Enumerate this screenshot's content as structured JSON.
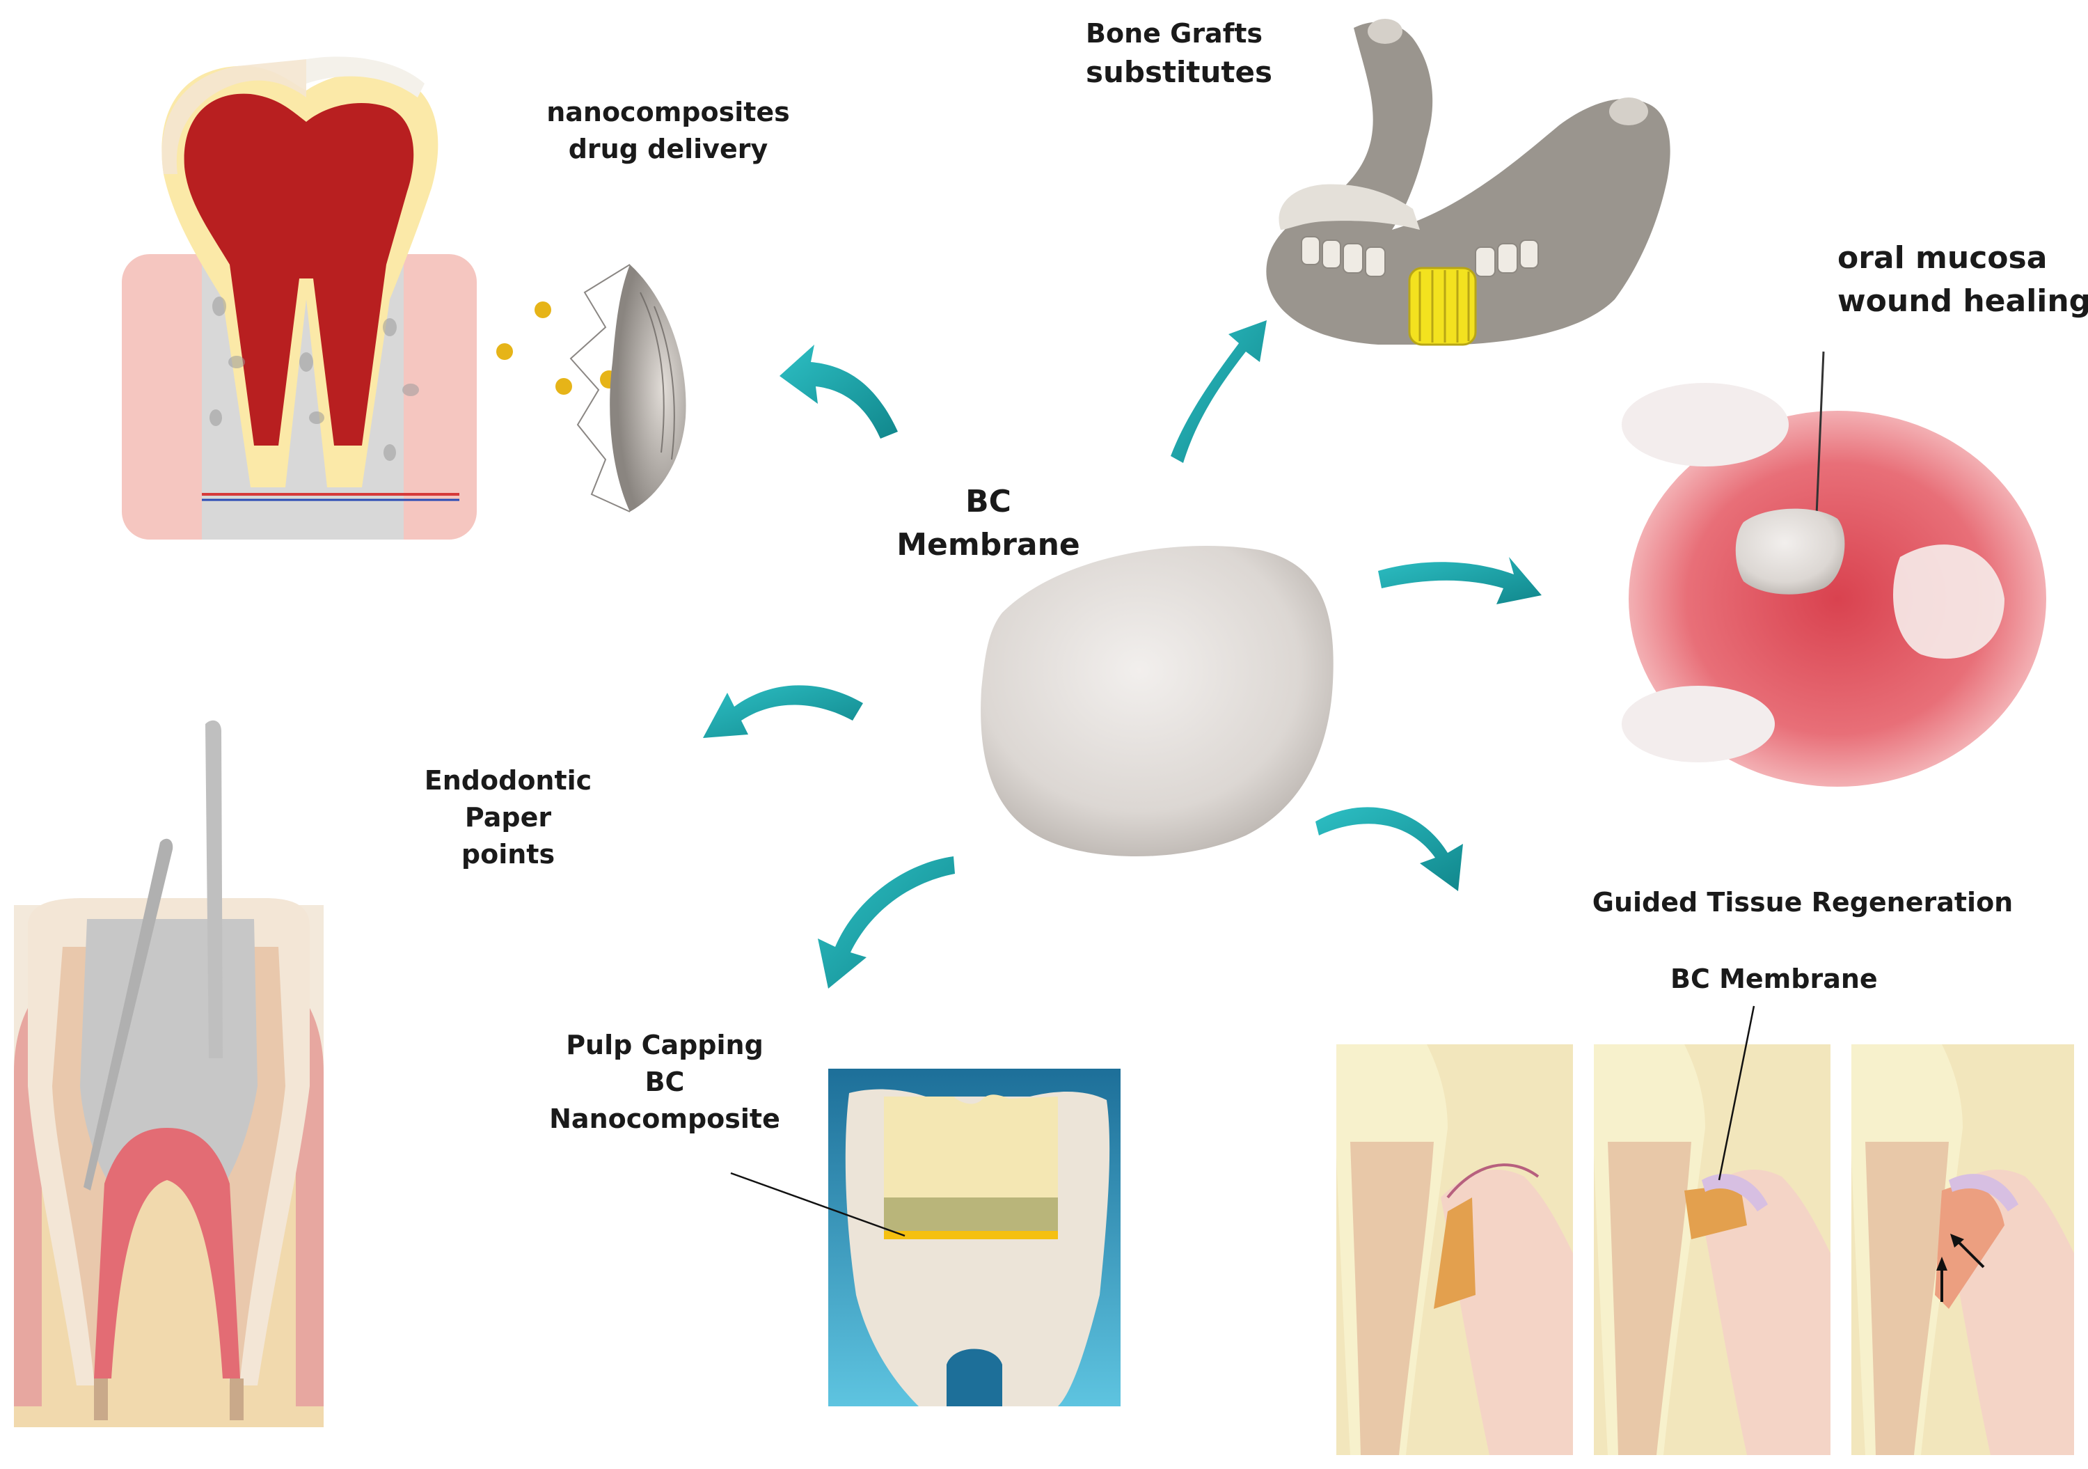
{
  "center": {
    "line1": "BC",
    "line2": "Membrane"
  },
  "labels": {
    "nano": {
      "line1": "nanocomposites",
      "line2": "drug delivery"
    },
    "bone": {
      "line1": "Bone Grafts",
      "line2": "substitutes"
    },
    "oral": {
      "line1": "oral mucosa",
      "line2": "wound healing"
    },
    "endo": {
      "line1": "Endodontic",
      "line2": "Paper",
      "line3": "points"
    },
    "pulp": {
      "line1": "Pulp Capping",
      "line2": "BC",
      "line3": "Nanocomposite"
    },
    "gtr": {
      "title": "Guided Tissue Regeneration",
      "sub": "BC Membrane"
    }
  },
  "colors": {
    "arrow": "#1ba3a8",
    "membrane": "#e6e2df",
    "gum": "#f2a6a8",
    "dentin": "#f2e8b8",
    "bone": "#f0e3bd"
  }
}
